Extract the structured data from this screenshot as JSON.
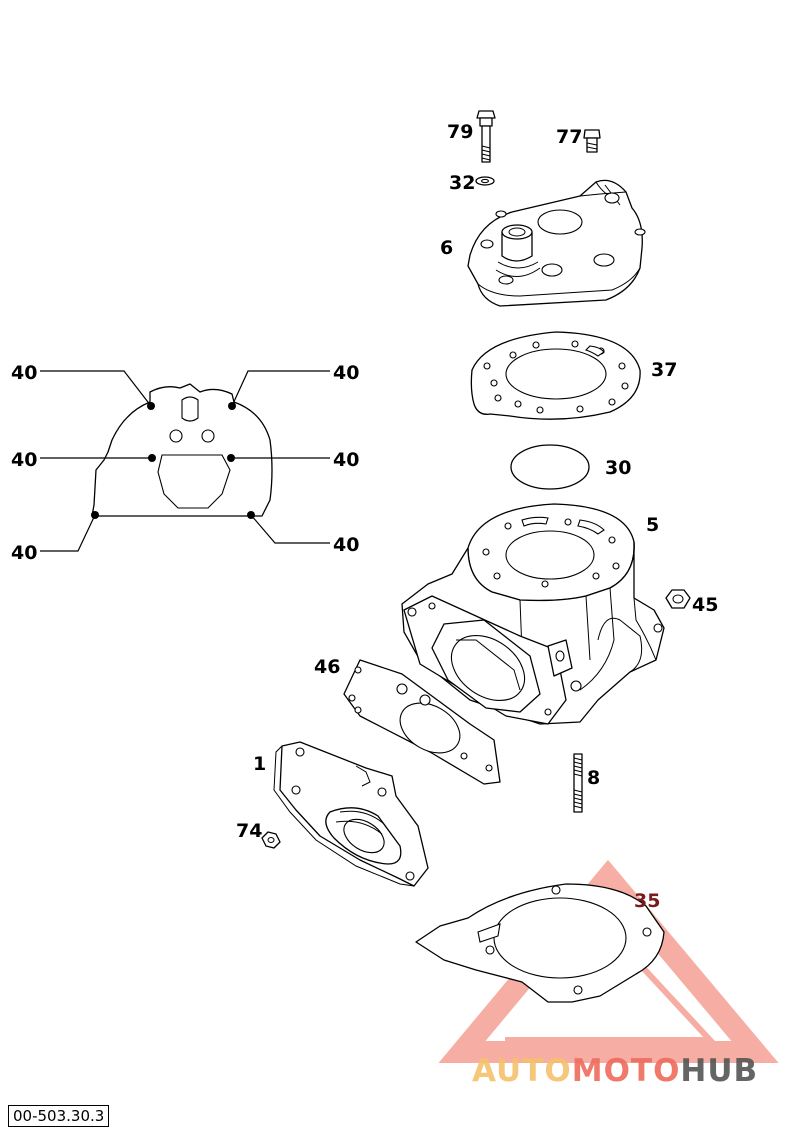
{
  "labels": {
    "p79": "79",
    "p77": "77",
    "p32": "32",
    "p6": "6",
    "p37": "37",
    "p30": "30",
    "p5": "5",
    "p45": "45",
    "p46": "46",
    "p1": "1",
    "p8": "8",
    "p74": "74",
    "p35": "35",
    "p40": "40"
  },
  "watermark": {
    "part1": "AUTO",
    "part2": "MOTO",
    "part3": "HUB",
    "color_light": "#f5c16c",
    "color_red": "#ef6b5b",
    "color_gray": "#555555"
  },
  "doc_number": "00-503.30.3"
}
